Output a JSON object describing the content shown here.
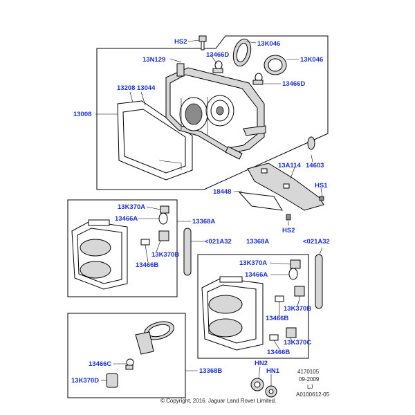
{
  "callouts": {
    "hs2_top": "HS2",
    "k046_a": "13K046",
    "k046_b": "13K046",
    "n129": "13N129",
    "d466_a": "13466D",
    "d466_b": "13466D",
    "p13208": "13208",
    "p13044": "13044",
    "p13008": "13008",
    "a114": "13A114",
    "p14603": "14603",
    "hs1": "HS1",
    "p18448": "18448",
    "hs2_bottom": "HS2",
    "k370a_1": "13K370A",
    "a466_1": "13466A",
    "r368a_1": "13368A",
    "a32_1": "<021A32",
    "k370b_1": "13K370B",
    "b466_1": "13466B",
    "r368a_2": "13368A",
    "a32_2": "<021A32",
    "k370a_2": "13K370A",
    "a466_2": "13466A",
    "k370b_2": "13K370B",
    "b466_2": "13466B",
    "k370c": "13K370C",
    "b466_3": "13466B",
    "c466": "13466C",
    "k370d": "13K370D",
    "r368b": "13368B",
    "hn2": "HN2",
    "hn1": "HN1"
  },
  "reference": {
    "number": "4170105",
    "date": "09-2009",
    "code": "LJ",
    "sheet": "A0100612-05"
  },
  "copyright": "© Copyright, 2016. Jaguar Land Rover Limited."
}
